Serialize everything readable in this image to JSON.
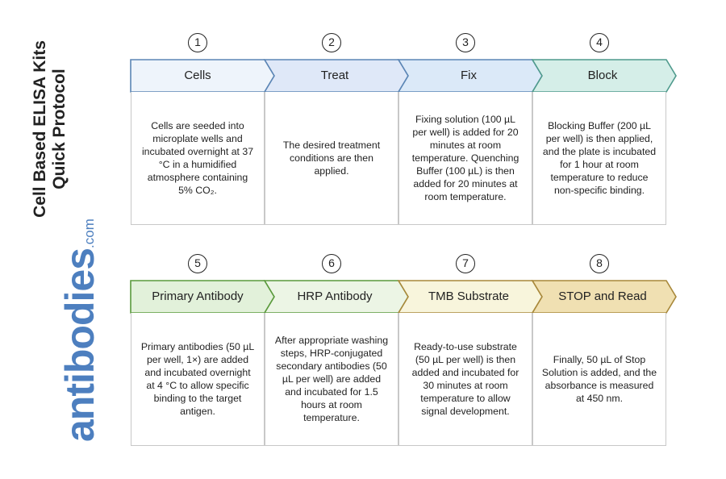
{
  "title_lines": [
    "Cell Based ELISA Kits",
    "Quick Protocol"
  ],
  "logo": {
    "name": "antibodies",
    "suffix": ".com",
    "color": "#4d7fbf"
  },
  "steps": [
    {
      "number": "1",
      "label": "Cells",
      "fill": "#eef4fb",
      "stroke": "#5b85b5",
      "text": "Cells are seeded into microplate wells and incubated overnight at 37 °C in a humidified atmosphere containing 5% CO₂."
    },
    {
      "number": "2",
      "label": "Treat",
      "fill": "#dfe8f8",
      "stroke": "#5b85b5",
      "text": "The desired treatment conditions are then applied."
    },
    {
      "number": "3",
      "label": "Fix",
      "fill": "#dbe9f8",
      "stroke": "#5b85b5",
      "text": "Fixing solution (100 µL per well) is added for 20 minutes at room temperature. Quenching Buffer (100 µL) is then added for 20 minutes at room temperature."
    },
    {
      "number": "4",
      "label": "Block",
      "fill": "#d5eee8",
      "stroke": "#4e9a8c",
      "text": "Blocking Buffer (200 µL per well) is then applied, and the plate is incubated for 1 hour at room temperature to reduce non-specific binding."
    },
    {
      "number": "5",
      "label": "Primary Antibody",
      "fill": "#e2f1da",
      "stroke": "#5a9a3c",
      "text": "Primary antibodies (50 µL per well, 1×) are added and incubated overnight at 4 °C to allow specific binding to the target antigen."
    },
    {
      "number": "6",
      "label": "HRP Antibody",
      "fill": "#ecf5e5",
      "stroke": "#5a9a3c",
      "text": "After appropriate washing steps, HRP-conjugated secondary antibodies (50 µL per well) are added and incubated for 1.5 hours at room temperature."
    },
    {
      "number": "7",
      "label": "TMB Substrate",
      "fill": "#f8f5dc",
      "stroke": "#a8883a",
      "text": "Ready-to-use substrate (50 µL per well) is then added and incubated for 30 minutes at room temperature to allow signal development."
    },
    {
      "number": "8",
      "label": "STOP and Read",
      "fill": "#f0e0b2",
      "stroke": "#a8883a",
      "text": "Finally, 50 µL of Stop Solution is added, and the absorbance is measured at 450 nm."
    }
  ]
}
